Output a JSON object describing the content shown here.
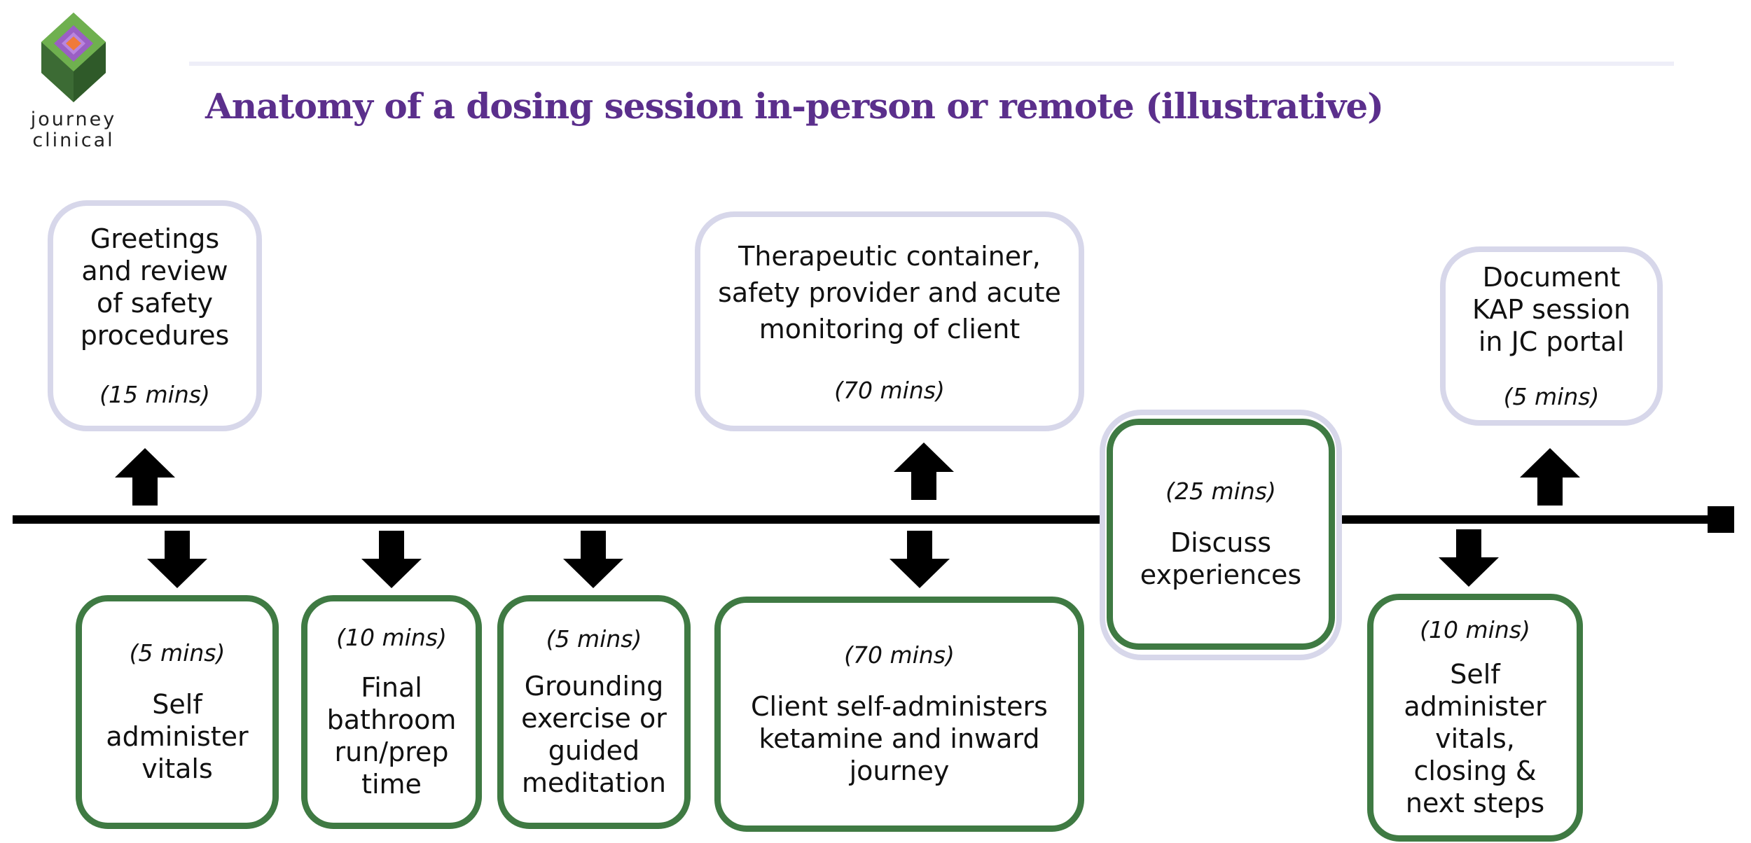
{
  "logo": {
    "line1": "journey",
    "line2": "clinical",
    "colors": {
      "outer": "#3c6b34",
      "outer_light": "#5f9a4a",
      "middle": "#9a5fc4",
      "inner": "#f07a3a"
    }
  },
  "title": "Anatomy of a dosing session in-person or remote (illustrative)",
  "colors": {
    "title": "#5b2f8c",
    "top_border": "#d7d7ea",
    "bottom_border": "#3f7a43",
    "timeline": "#000000"
  },
  "top_steps": [
    {
      "text": "Greetings\nand review\nof safety\nprocedures",
      "duration": "(15 mins)"
    },
    {
      "text": "Therapeutic container,\nsafety provider and acute\nmonitoring of client",
      "duration": "(70 mins)"
    },
    {
      "text": "Document\nKAP session\nin JC portal",
      "duration": "(5 mins)"
    }
  ],
  "center_step": {
    "duration": "(25 mins)",
    "text": "Discuss\nexperiences"
  },
  "bottom_steps": [
    {
      "duration": "(5 mins)",
      "text": "Self\nadminister\nvitals"
    },
    {
      "duration": "(10 mins)",
      "text": "Final\nbathroom\nrun/prep\ntime"
    },
    {
      "duration": "(5 mins)",
      "text": "Grounding\nexercise or\nguided\nmeditation"
    },
    {
      "duration": "(70 mins)",
      "text": "Client self-administers\nketamine and inward\njourney"
    },
    {
      "duration": "(10 mins)",
      "text": "Self\nadminister\nvitals,\nclosing &\nnext steps"
    }
  ]
}
